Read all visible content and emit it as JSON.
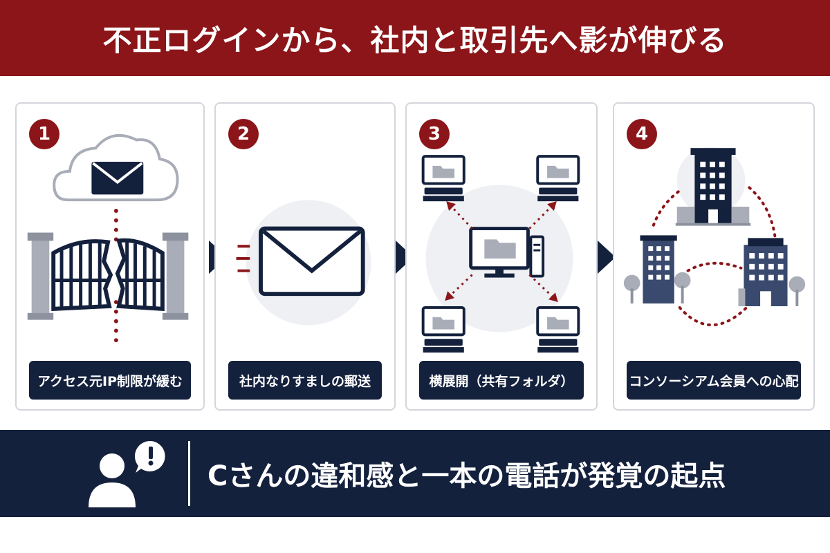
{
  "header": {
    "title": "不正ログインから、社内と取引先へ影が伸びる"
  },
  "steps": [
    {
      "number": "1",
      "caption": "アクセス元IP制限が緩む",
      "icon": "cloud-mail-broken-gate-icon"
    },
    {
      "number": "2",
      "caption": "社内なりすましの郵送",
      "icon": "envelope-icon"
    },
    {
      "number": "3",
      "caption": "横展開（共有フォルダ）",
      "icon": "network-computers-icon"
    },
    {
      "number": "4",
      "caption": "コンソーシアム会員への心配",
      "icon": "buildings-network-icon"
    }
  ],
  "footer": {
    "text": "Cさんの違和感と一本の電話が発覚の起点",
    "icon": "person-alert-icon"
  },
  "colors": {
    "accent": "#8b1518",
    "navy": "#14213d",
    "border": "#d4d6dc",
    "gray": "#a9adb8"
  }
}
